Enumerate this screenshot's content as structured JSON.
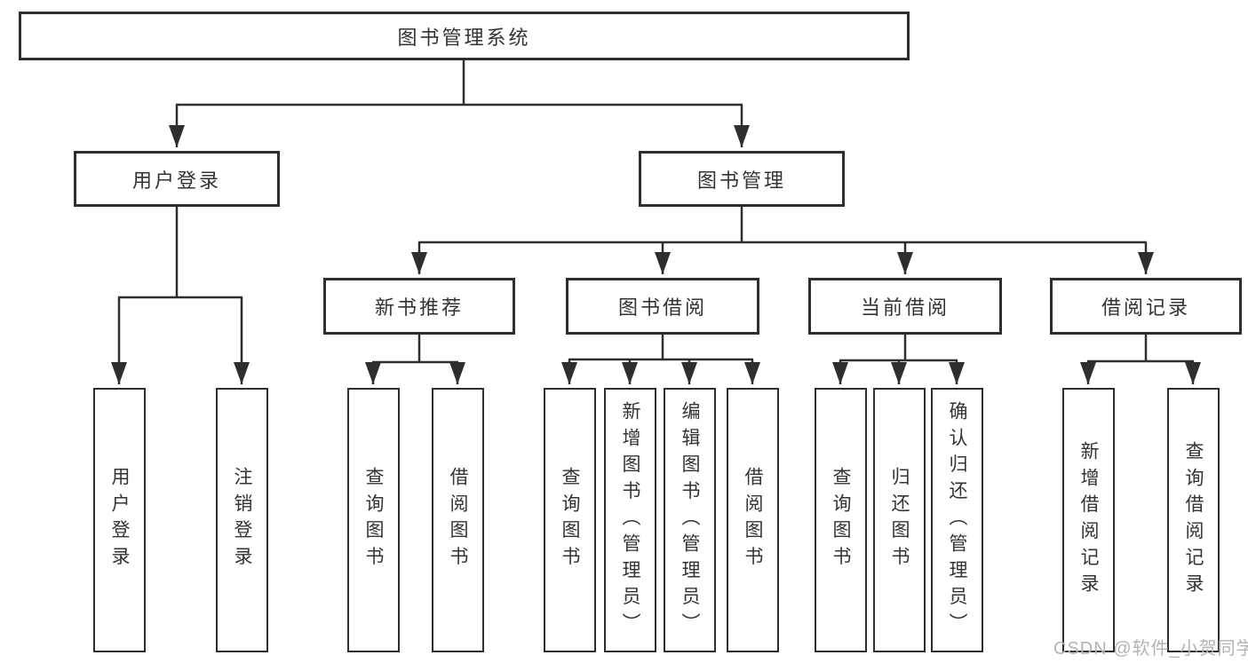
{
  "watermark": "CSDN @软件_小贺同学",
  "nodes": {
    "root": {
      "label": "图书管理系统"
    },
    "level2": [
      {
        "id": "user-login",
        "label": "用户登录",
        "parent": "root"
      },
      {
        "id": "book-management",
        "label": "图书管理",
        "parent": "root"
      }
    ],
    "level3": [
      {
        "id": "new-book-recommend",
        "label": "新书推荐",
        "parent": "book-management"
      },
      {
        "id": "book-borrow",
        "label": "图书借阅",
        "parent": "book-management"
      },
      {
        "id": "current-borrow",
        "label": "当前借阅",
        "parent": "book-management"
      },
      {
        "id": "borrow-records",
        "label": "借阅记录",
        "parent": "book-management"
      }
    ],
    "leaves": [
      {
        "id": "user-login-leaf",
        "label": "用户登录",
        "parent": "user-login"
      },
      {
        "id": "logout",
        "label": "注销登录",
        "parent": "user-login"
      },
      {
        "id": "query-books-recommend",
        "label": "查询图书",
        "parent": "new-book-recommend"
      },
      {
        "id": "borrow-books-recommend",
        "label": "借阅图书",
        "parent": "new-book-recommend"
      },
      {
        "id": "query-books-borrow",
        "label": "查询图书",
        "parent": "book-borrow"
      },
      {
        "id": "add-books-admin",
        "label": "新增图书（管理员）",
        "parent": "book-borrow"
      },
      {
        "id": "edit-books-admin",
        "label": "编辑图书（管理员）",
        "parent": "book-borrow"
      },
      {
        "id": "borrow-books-borrow",
        "label": "借阅图书",
        "parent": "book-borrow"
      },
      {
        "id": "query-books-current",
        "label": "查询图书",
        "parent": "current-borrow"
      },
      {
        "id": "return-books",
        "label": "归还图书",
        "parent": "current-borrow"
      },
      {
        "id": "confirm-return-admin",
        "label": "确认归还（管理员）",
        "parent": "current-borrow"
      },
      {
        "id": "add-borrow-record",
        "label": "新增借阅记录",
        "parent": "borrow-records"
      },
      {
        "id": "query-borrow-record",
        "label": "查询借阅记录",
        "parent": "borrow-records"
      }
    ],
    "colors": {
      "line": "#2e2e2e",
      "text": "#333333",
      "watermark": "#b3b3b3",
      "background": "#ffffff"
    }
  }
}
